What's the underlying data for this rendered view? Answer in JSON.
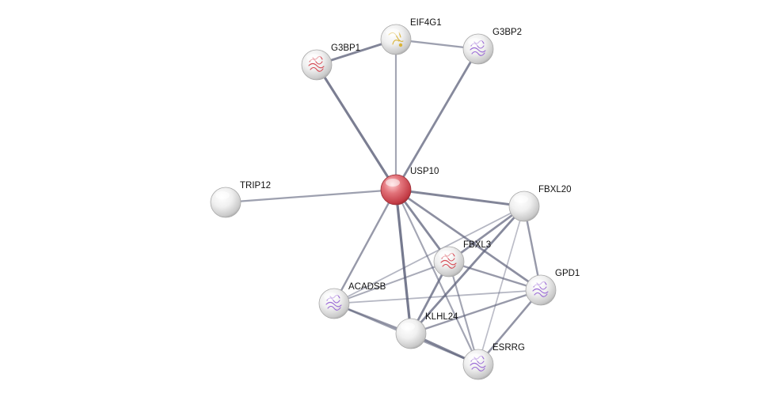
{
  "network": {
    "nodes": [
      {
        "id": "USP10",
        "label": "USP10",
        "query": true,
        "structure": "none"
      },
      {
        "id": "EIF4G1",
        "label": "EIF4G1",
        "query": false,
        "structure": "yellow"
      },
      {
        "id": "G3BP2",
        "label": "G3BP2",
        "query": false,
        "structure": "purple"
      },
      {
        "id": "G3BP1",
        "label": "G3BP1",
        "query": false,
        "structure": "red"
      },
      {
        "id": "TRIP12",
        "label": "TRIP12",
        "query": false,
        "structure": "none"
      },
      {
        "id": "FBXL20",
        "label": "FBXL20",
        "query": false,
        "structure": "none"
      },
      {
        "id": "FBXL3",
        "label": "FBXL3",
        "query": false,
        "structure": "red"
      },
      {
        "id": "GPD1",
        "label": "GPD1",
        "query": false,
        "structure": "purple"
      },
      {
        "id": "ACADSB",
        "label": "ACADSB",
        "query": false,
        "structure": "purple"
      },
      {
        "id": "KLHL24",
        "label": "KLHL24",
        "query": false,
        "structure": "none"
      },
      {
        "id": "ESRRG",
        "label": "ESRRG",
        "query": false,
        "structure": "purple"
      }
    ],
    "edges": [
      {
        "source": "G3BP1",
        "target": "EIF4G1",
        "strength": 0.75
      },
      {
        "source": "EIF4G1",
        "target": "G3BP2",
        "strength": 0.5
      },
      {
        "source": "USP10",
        "target": "G3BP1",
        "strength": 0.8
      },
      {
        "source": "USP10",
        "target": "EIF4G1",
        "strength": 0.45
      },
      {
        "source": "USP10",
        "target": "G3BP2",
        "strength": 0.7
      },
      {
        "source": "USP10",
        "target": "TRIP12",
        "strength": 0.5
      },
      {
        "source": "USP10",
        "target": "FBXL20",
        "strength": 0.75
      },
      {
        "source": "USP10",
        "target": "FBXL3",
        "strength": 0.7
      },
      {
        "source": "USP10",
        "target": "GPD1",
        "strength": 0.65
      },
      {
        "source": "USP10",
        "target": "ACADSB",
        "strength": 0.55
      },
      {
        "source": "USP10",
        "target": "KLHL24",
        "strength": 0.85
      },
      {
        "source": "USP10",
        "target": "ESRRG",
        "strength": 0.45
      },
      {
        "source": "FBXL20",
        "target": "FBXL3",
        "strength": 0.65
      },
      {
        "source": "FBXL20",
        "target": "GPD1",
        "strength": 0.55
      },
      {
        "source": "FBXL20",
        "target": "KLHL24",
        "strength": 0.7
      },
      {
        "source": "FBXL20",
        "target": "ACADSB",
        "strength": 0.3
      },
      {
        "source": "FBXL20",
        "target": "ESRRG",
        "strength": 0.25
      },
      {
        "source": "FBXL3",
        "target": "GPD1",
        "strength": 0.55
      },
      {
        "source": "FBXL3",
        "target": "KLHL24",
        "strength": 0.7
      },
      {
        "source": "FBXL3",
        "target": "ACADSB",
        "strength": 0.4
      },
      {
        "source": "FBXL3",
        "target": "ESRRG",
        "strength": 0.45
      },
      {
        "source": "GPD1",
        "target": "ACADSB",
        "strength": 0.3
      },
      {
        "source": "GPD1",
        "target": "KLHL24",
        "strength": 0.55
      },
      {
        "source": "GPD1",
        "target": "ESRRG",
        "strength": 0.6
      },
      {
        "source": "ACADSB",
        "target": "KLHL24",
        "strength": 0.55
      },
      {
        "source": "ACADSB",
        "target": "ESRRG",
        "strength": 0.5
      },
      {
        "source": "KLHL24",
        "target": "ESRRG",
        "strength": 0.75
      }
    ],
    "colors": {
      "query_node": "#d9545c",
      "plain_node": "#e6e6e6",
      "edge": "#5c6079",
      "label": "#111111",
      "structure_red": "#d64a55",
      "structure_purple": "#9b6ad6",
      "structure_yellow": "#d9b338"
    }
  }
}
